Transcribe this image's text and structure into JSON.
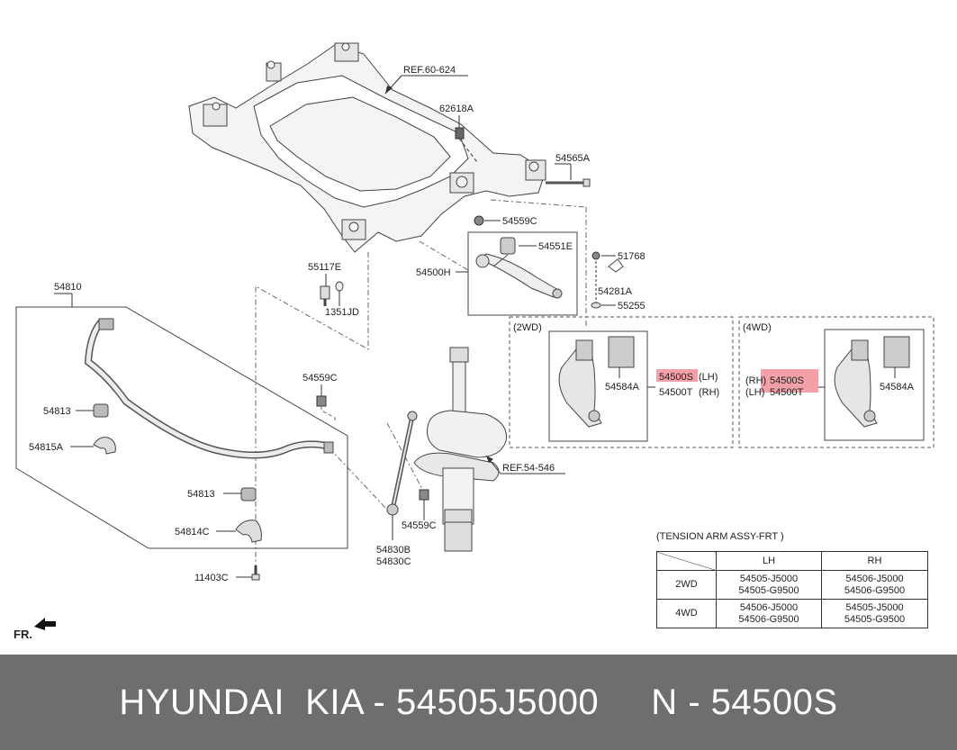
{
  "labels": {
    "ref_60_624": "REF.60-624",
    "p62618A": "62618A",
    "p54565A": "54565A",
    "p54559C_top": "54559C",
    "p54551E": "54551E",
    "p51768": "51768",
    "p55117E": "55117E",
    "p54500H": "54500H",
    "p54281A": "54281A",
    "p1351JD": "1351JD",
    "p55255": "55255",
    "p54810": "54810",
    "p54559C_mid": "54559C",
    "p54813_a": "54813",
    "p54815A": "54815A",
    "p54813_b": "54813",
    "p54814C": "54814C",
    "p11403C": "11403C",
    "p54559C_low": "54559C",
    "p54830B": "54830B",
    "p54830C": "54830C",
    "ref_54_546": "REF.54-546",
    "box2wd_title": "(2WD)",
    "box4wd_title": "(4WD)",
    "b2_54584A": "54584A",
    "b2_54500S": "54500S",
    "b2_lh": "(LH)",
    "b2_54500T": "54500T",
    "b2_rh": "(RH)",
    "b4_rh": "(RH)",
    "b4_54500S": "54500S",
    "b4_lh": "(LH)",
    "b4_54500T": "54500T",
    "b4_54584A": "54584A"
  },
  "table": {
    "title": "(TENSION ARM ASSY-FRT )",
    "headers": [
      "",
      "LH",
      "RH"
    ],
    "rows": [
      {
        "label": "2WD",
        "lh1": "54505-J5000",
        "lh2": "54505-G9500",
        "rh1": "54506-J5000",
        "rh2": "54506-G9500"
      },
      {
        "label": "4WD",
        "lh1": "54506-J5000",
        "lh2": "54506-G9500",
        "rh1": "54505-J5000",
        "rh2": "54505-G9500"
      }
    ]
  },
  "fr_label": "FR.",
  "footer_text": "HYUNDAI  KIA - 54505J5000     N - 54500S",
  "colors": {
    "highlight": "#f4a0a8",
    "footer_bg": "#6e6e6e",
    "footer_text": "#ffffff"
  }
}
